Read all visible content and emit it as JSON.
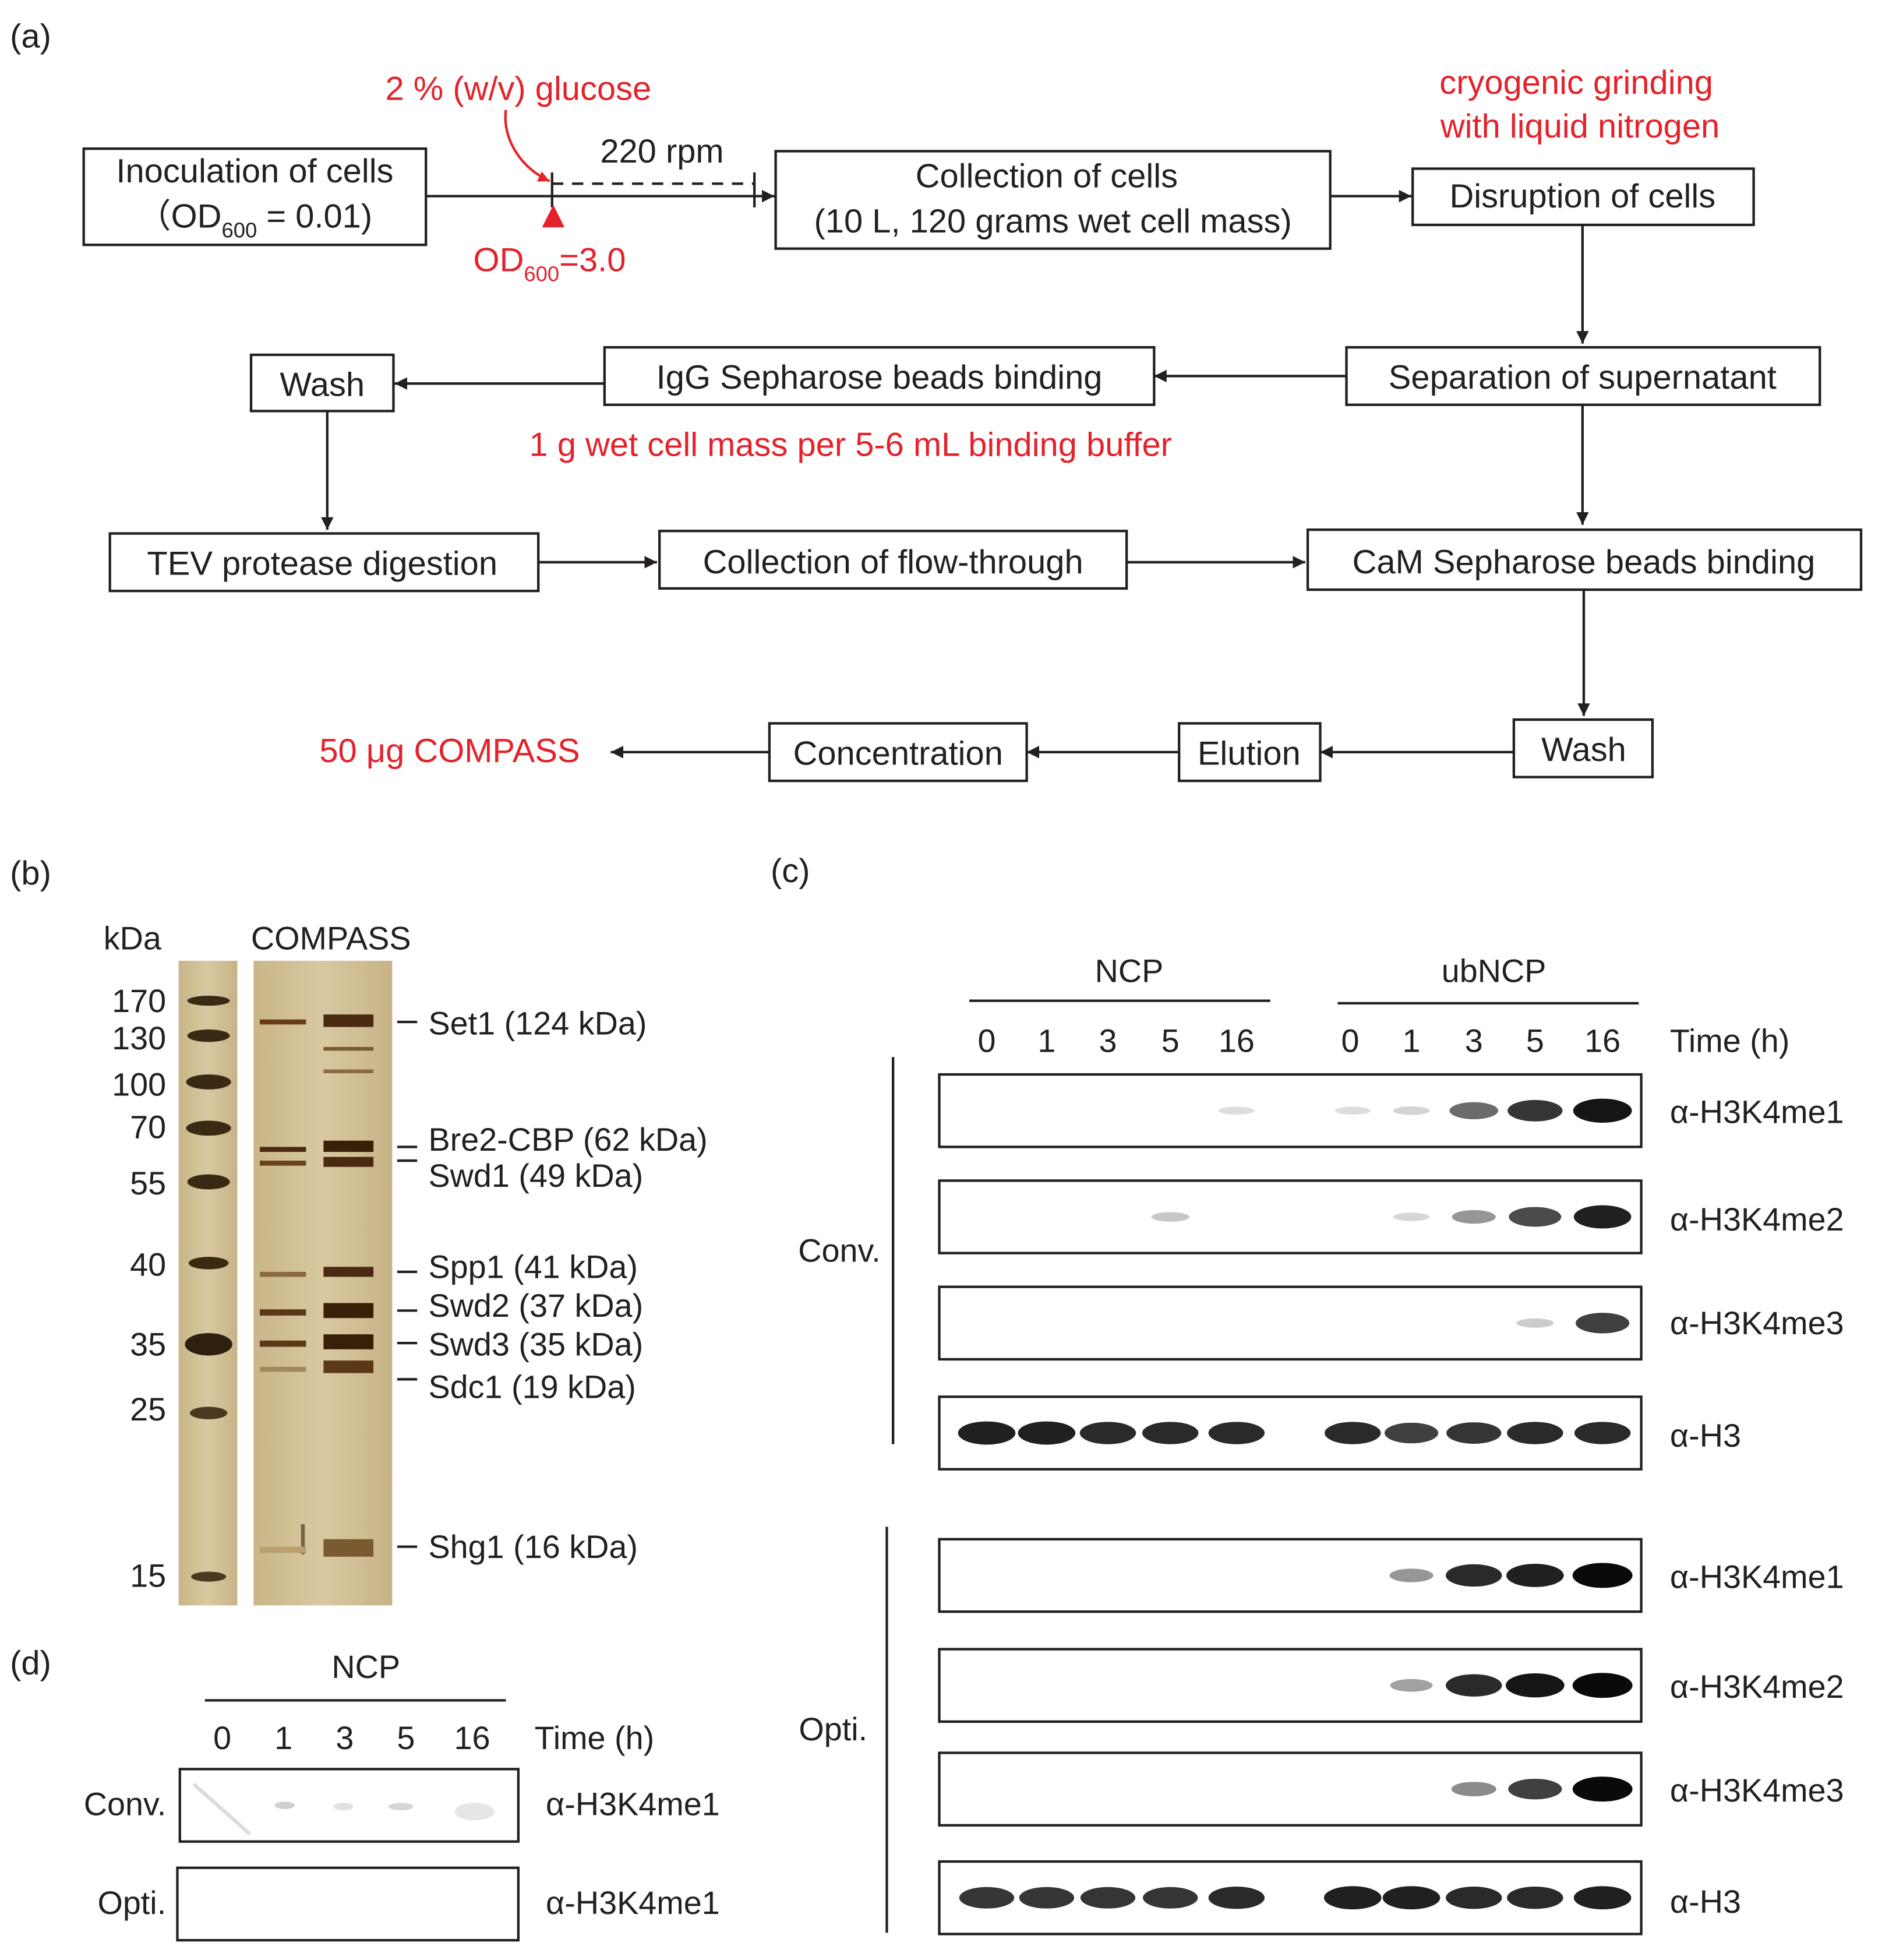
{
  "panel_labels": {
    "a": "(a)",
    "b": "(b)",
    "c": "(c)",
    "d": "(d)"
  },
  "flowchart": {
    "inoculation_line1": "Inoculation of cells",
    "inoculation_line2_prefix": "（OD",
    "inoculation_line2_sub": "600",
    "inoculation_line2_suffix": " = 0.01)",
    "glucose_note": "2 % (w/v) glucose",
    "rpm_note": "220 rpm",
    "od_note_prefix": "OD",
    "od_note_sub": "600",
    "od_note_suffix": "=3.0",
    "collection_line1": "Collection of cells",
    "collection_line2": "(10 L, 120 grams wet cell mass)",
    "cryo_line1": "cryogenic grinding",
    "cryo_line2": "with liquid nitrogen",
    "disruption": "Disruption of cells",
    "separation": "Separation of supernatant",
    "igg_binding": "IgG Sepharose beads binding",
    "binding_buffer_note": "1 g wet cell mass per 5-6 mL binding buffer",
    "wash1": "Wash",
    "tev": "TEV protease digestion",
    "flow_through": "Collection of flow-through",
    "cam_binding": "CaM Sepharose beads binding",
    "wash2": "Wash",
    "elution": "Elution",
    "concentration": "Concentration",
    "final_product": "50 μg COMPASS"
  },
  "gel": {
    "kda_label": "kDa",
    "lane_title": "COMPASS",
    "markers": [
      "170",
      "130",
      "100",
      "70",
      "55",
      "40",
      "35",
      "25",
      "15"
    ],
    "bands": [
      "Set1 (124 kDa)",
      "Bre2-CBP (62 kDa)",
      "Swd1 (49 kDa)",
      "Spp1 (41 kDa)",
      "Swd2 (37 kDa)",
      "Swd3 (35 kDa)",
      "Sdc1 (19 kDa)",
      "Shg1 (16 kDa)"
    ]
  },
  "blot_c": {
    "group_ncp": "NCP",
    "group_ubncp": "ubNCP",
    "timepoints": [
      "0",
      "1",
      "3",
      "5",
      "16"
    ],
    "time_label": "Time (h)",
    "section_conv": "Conv.",
    "section_opti": "Opti.",
    "antibodies": [
      "α-H3K4me1",
      "α-H3K4me2",
      "α-H3K4me3",
      "α-H3"
    ],
    "intensity": {
      "conv_me1": [
        0,
        0,
        0,
        0,
        0.02,
        0.02,
        0.06,
        0.55,
        0.8,
        0.95
      ],
      "conv_me2": [
        0,
        0,
        0,
        0.12,
        0,
        0,
        0.05,
        0.35,
        0.7,
        0.9
      ],
      "conv_me3": [
        0,
        0,
        0,
        0,
        0,
        0,
        0,
        0,
        0.1,
        0.75
      ],
      "conv_h3": [
        0.9,
        0.9,
        0.85,
        0.85,
        0.85,
        0.85,
        0.75,
        0.8,
        0.85,
        0.85
      ],
      "opti_me1": [
        0,
        0,
        0,
        0,
        0,
        0.35,
        0.85,
        0.9,
        1
      ],
      "opti_me2": [
        0,
        0,
        0,
        0,
        0,
        0.3,
        0.85,
        0.95,
        1
      ],
      "opti_me3": [
        0,
        0,
        0,
        0,
        0,
        0,
        0.4,
        0.75,
        1
      ],
      "opti_h3": [
        0.8,
        0.8,
        0.8,
        0.8,
        0.85,
        0.9,
        0.9,
        0.85,
        0.85,
        0.9
      ]
    }
  },
  "blot_d": {
    "group_ncp": "NCP",
    "timepoints": [
      "0",
      "1",
      "3",
      "5",
      "16"
    ],
    "time_label": "Time (h)",
    "row_conv": "Conv.",
    "row_opti": "Opti.",
    "antibody": "α-H3K4me1"
  }
}
